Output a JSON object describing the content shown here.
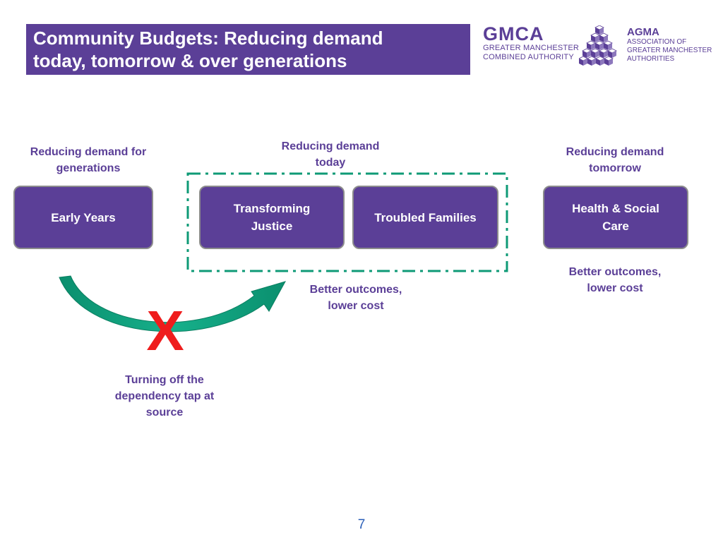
{
  "header": {
    "title_line1": "Community Budgets: Reducing demand",
    "title_line2": "today, tomorrow & over generations"
  },
  "logos": {
    "gmca": {
      "name": "GMCA",
      "line1": "GREATER MANCHESTER",
      "line2": "COMBINED AUTHORITY"
    },
    "agma": {
      "name": "AGMA",
      "line1": "ASSOCIATION OF",
      "line2": "GREATER MANCHESTER",
      "line3": "AUTHORITIES"
    },
    "cube_icon": "stacked-cubes-icon"
  },
  "diagram": {
    "generations_label": {
      "line1": "Reducing demand for",
      "line2": "generations"
    },
    "today_label": {
      "line1": "Reducing demand",
      "line2": "today"
    },
    "tomorrow_label": {
      "line1": "Reducing demand",
      "line2": "tomorrow"
    },
    "boxes": {
      "early_years": {
        "line1": "Early Years"
      },
      "transforming_justice": {
        "line1": "Transforming",
        "line2": "Justice"
      },
      "troubled_families": {
        "line1": "Troubled Families"
      },
      "health_social_care": {
        "line1": "Health & Social",
        "line2": "Care"
      }
    },
    "outcome_today": {
      "line1": "Better outcomes,",
      "line2": "lower cost"
    },
    "outcome_tomorrow": {
      "line1": "Better outcomes,",
      "line2": "lower cost"
    },
    "cross_mark": "X",
    "tap_caption": {
      "line1": "Turning off the",
      "line2": "dependency tap at",
      "line3": "source"
    }
  },
  "colors": {
    "brand_purple": "#5b3f97",
    "dash_green": "#0e9a76",
    "arrow_green": "#0fa884",
    "cross_red": "#ef1d1d",
    "page_number_blue": "#2b5fb8"
  },
  "page_number": "7"
}
